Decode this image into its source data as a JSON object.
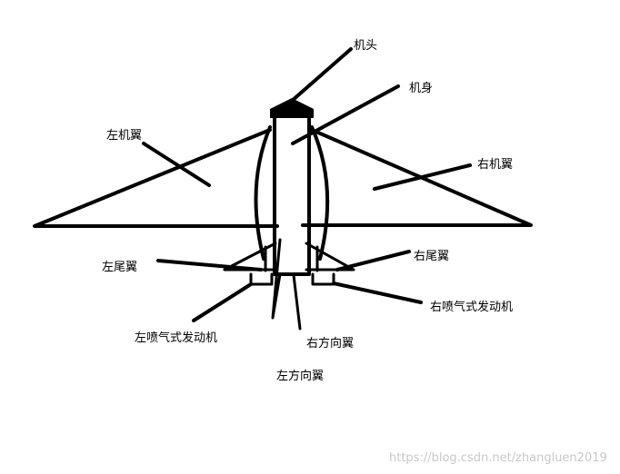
{
  "labels": {
    "nose": "机头",
    "fuselage": "机身",
    "left_wing": "左机翼",
    "right_wing": "右机翼",
    "left_tail": "左尾翼",
    "right_tail": "右尾翼",
    "left_jet_engine": "左喷气式发动机",
    "right_jet_engine": "右喷气式发动机",
    "right_rudder": "右方向翼",
    "left_rudder": "左方向翼"
  },
  "watermark": "https://blog.csdn.net/zhangluen2019"
}
